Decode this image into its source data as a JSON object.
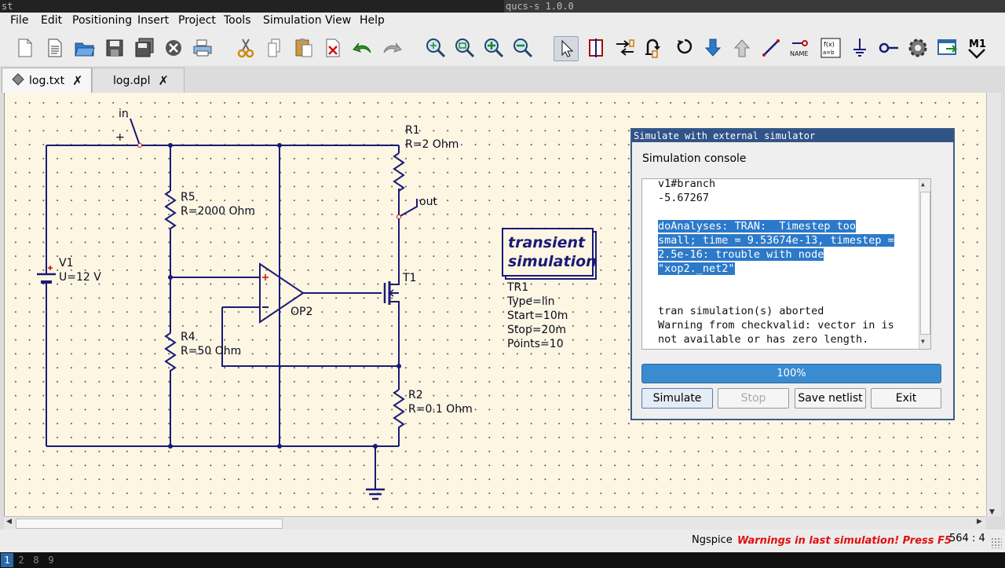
{
  "window": {
    "left_title": "st",
    "app_title": "qucs-s 1.0.0"
  },
  "menu": [
    "File",
    "Edit",
    "Positioning",
    "Insert",
    "Project",
    "Tools",
    "Simulation",
    "View",
    "Help"
  ],
  "toolbar": {
    "icons": [
      "new-file-icon",
      "new-text-icon",
      "open-folder-icon",
      "save-icon",
      "save-all-icon",
      "close-file-icon",
      "print-icon",
      "cut-icon",
      "copy-icon",
      "paste-icon",
      "delete-icon",
      "undo-icon",
      "redo-icon",
      "zoom-fit-icon",
      "zoom-selection-icon",
      "zoom-in-icon",
      "zoom-out-icon",
      "select-pointer-icon",
      "mirror-x-icon",
      "mirror-y-icon",
      "rotate-icon",
      "activate-icon",
      "go-into-subcircuit-icon",
      "go-up-icon",
      "wire-icon",
      "wire-label-icon",
      "equation-icon",
      "ground-icon",
      "port-icon",
      "simulate-icon",
      "view-data-icon",
      "marker-icon"
    ],
    "wire_label_text": "NAME",
    "marker_text": "M1"
  },
  "tabs": [
    {
      "label": "log.txt",
      "active": true
    },
    {
      "label": "log.dpl",
      "active": false
    }
  ],
  "schematic": {
    "in_label": "in",
    "out_label": "out",
    "plus_sign": "+",
    "R1": {
      "name": "R1",
      "value": "R=2 Ohm"
    },
    "R5": {
      "name": "R5",
      "value": "R=2000 Ohm"
    },
    "R4": {
      "name": "R4",
      "value": "R=50 Ohm"
    },
    "R2": {
      "name": "R2",
      "value": "R=0.1 Ohm"
    },
    "V1": {
      "name": "V1",
      "value": "U=12 V"
    },
    "OP2": {
      "name": "OP2"
    },
    "T1": {
      "name": "T1"
    },
    "sim_block": {
      "line1": "transient",
      "line2": "simulation"
    },
    "TR1": {
      "name": "TR1",
      "type": "Type=lin",
      "start": "Start=10m",
      "stop": "Stop=20m",
      "points": "Points=10"
    }
  },
  "dialog": {
    "title": "Simulate with external simulator",
    "console_label": "Simulation console",
    "console_lines": [
      {
        "text": "v1#branch",
        "hl": false
      },
      {
        "text": "-5.67267",
        "hl": false
      },
      {
        "text": "",
        "hl": false
      },
      {
        "text": "doAnalyses: TRAN:  Timestep too",
        "hl": true
      },
      {
        "text": "small; time = 9.53674e-13, timestep =",
        "hl": true
      },
      {
        "text": "2.5e-16: trouble with node",
        "hl": true
      },
      {
        "text": "\"xop2._net2\"",
        "hl": true
      },
      {
        "text": "",
        "hl": false
      },
      {
        "text": "",
        "hl": false
      },
      {
        "text": "tran simulation(s) aborted",
        "hl": false
      },
      {
        "text": "Warning from checkvalid: vector in is",
        "hl": false
      },
      {
        "text": "not available or has zero length.",
        "hl": false
      }
    ],
    "progress": "100%",
    "progress_value": 1.0,
    "buttons": {
      "simulate": "Simulate",
      "stop": "Stop",
      "save_netlist": "Save netlist",
      "exit": "Exit"
    }
  },
  "status": {
    "simulator": "Ngspice",
    "warning": "Warnings in last simulation! Press F5",
    "cursor": "564 : 4"
  },
  "workspaces": [
    "1",
    "2",
    "8",
    "9"
  ],
  "colors": {
    "wire": "#1a1a78",
    "canvas": "#fcf6e2",
    "warning": "#e01010",
    "highlight": "#2c79c9",
    "dialog_title": "#305488"
  }
}
